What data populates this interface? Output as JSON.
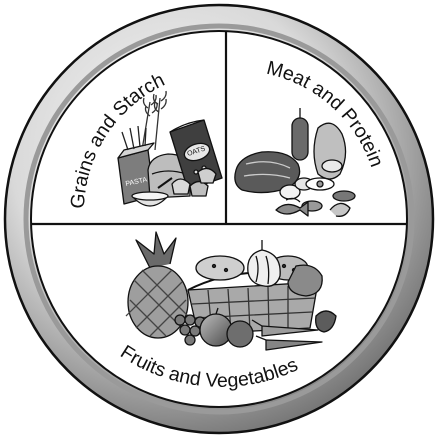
{
  "sections": {
    "grains": {
      "label": "Grains and Starch",
      "bag_text": "OATS",
      "box_text": "PASTA"
    },
    "protein": {
      "label": "Meat and Protein"
    },
    "produce": {
      "label": "Fruits and Vegetables"
    }
  },
  "colors": {
    "rim_light": "#f2f2f2",
    "rim_dark": "#7a7a7a",
    "plate": "#ffffff",
    "outline": "#111111",
    "food_dark": "#3a3a3a",
    "food_mid": "#8c8c8c",
    "food_light": "#cfcfcf"
  }
}
